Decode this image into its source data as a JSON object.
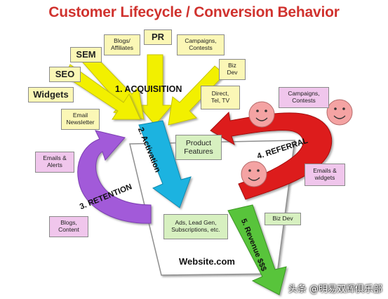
{
  "title": "Customer Lifecycle / Conversion Behavior",
  "sources": {
    "pr": "PR",
    "sem": "SEM",
    "seo": "SEO",
    "widgets": "Widgets",
    "blogs_affiliates": "Blogs/\nAffiliates",
    "campaigns_contests_top": "Campaigns,\nContests",
    "biz_dev_top": "Biz\nDev",
    "direct_tel_tv": "Direct,\nTel, TV",
    "email_newsletter": "Email\nNewsletter"
  },
  "stages": {
    "acquisition": "1. ACQUISITION",
    "activation": "2. Activation",
    "retention": "3. RETENTION",
    "referral": "4. REFERRAL",
    "revenue": "5. Revenue $$$"
  },
  "referral": {
    "campaigns_contests": "Campaigns,\nContests",
    "emails_widgets": "Emails &\nwidgets"
  },
  "retention": {
    "emails_alerts": "Emails &\nAlerts",
    "blogs_content": "Blogs,\nContent"
  },
  "website": {
    "product_features": "Product\nFeatures",
    "ads_leadgen": "Ads, Lead Gen,\nSubscriptions, etc.",
    "biz_dev": "Biz Dev",
    "label": "Website.com"
  },
  "watermark": "头条 @明易双辉俱乐部",
  "colors": {
    "title": "#d0322e",
    "acquisition_arrows": "#f2f000",
    "activation_arrow": "#1fb3e0",
    "retention_arrow": "#a25ad9",
    "referral_arrow": "#dd1a1a",
    "revenue_arrow": "#58c43a",
    "smiley": "#f4a3a3"
  }
}
